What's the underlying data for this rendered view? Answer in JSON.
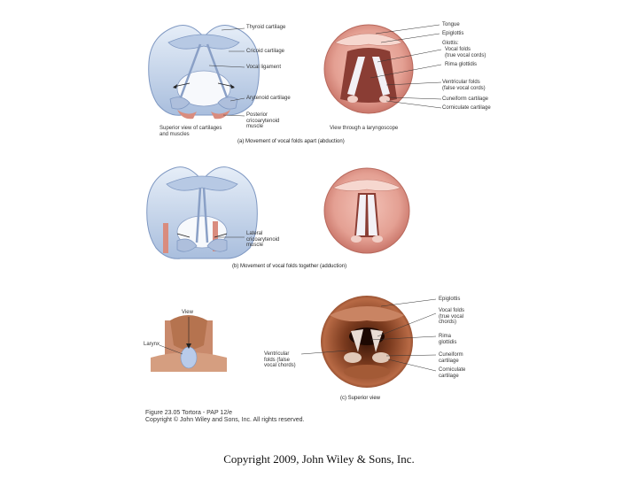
{
  "panel_a": {
    "left_labels": [
      "Thyroid cartilage",
      "Cricoid cartilage",
      "Vocal ligament",
      "Arytenoid cartilage",
      "Posterior\ncricoarytenoid\nmuscle"
    ],
    "left_caption": "Superior view of cartilages\nand muscles",
    "right_caption": "View through a laryngoscope",
    "right_labels": [
      "Tongue",
      "Epiglottis",
      "Glottis:",
      "Vocal folds\n(true vocal cords)",
      "Rima glottidis",
      "Ventricular folds\n(false vocal cords)",
      "Cuneiform cartilage",
      "Corniculate cartilage"
    ],
    "caption": "(a) Movement of vocal folds apart (abduction)"
  },
  "panel_b": {
    "left_label": "Lateral\ncricoarytenoid\nmuscle",
    "caption": "(b) Movement of vocal folds together (adduction)"
  },
  "panel_c": {
    "view_label": "View",
    "larynx_label": "Larynx",
    "left_label": "Ventricular\nfolds (false\nvocal chords)",
    "right_labels": [
      "Epiglottis",
      "Vocal folds\n(true vocal\nchords)",
      "Rima\nglottidis",
      "Cuneiform\ncartilage",
      "Corniculate\ncartilage"
    ],
    "caption": "(c) Superior view"
  },
  "figure_caption": "Figure 23.05  Tortora - PAP 12/e\nCopyright © John Wiley and Sons, Inc. All rights reserved.",
  "copyright": "Copyright 2009, John Wiley & Sons, Inc.",
  "colors": {
    "cartilage": "#c9d8ec",
    "cartilage_edge": "#7f98c2",
    "muscle": "#d98c7e",
    "tissue": "#e6a79c",
    "tissue_dark": "#c46e62",
    "fold": "#f3f1f6"
  }
}
